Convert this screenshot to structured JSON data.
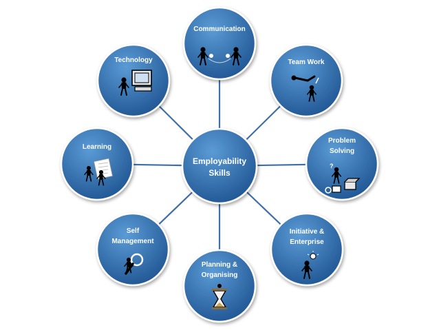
{
  "diagram": {
    "center": {
      "label_lines": [
        "Employability",
        "Skills"
      ]
    },
    "skills": [
      {
        "id": "communication",
        "label_lines": [
          "Communication"
        ],
        "icon": "two-people-talking-icon"
      },
      {
        "id": "team-work",
        "label_lines": [
          "Team Work"
        ],
        "icon": "teamwork-icon"
      },
      {
        "id": "problem-solving",
        "label_lines": [
          "Problem",
          "Solving"
        ],
        "icon": "problem-solving-icon"
      },
      {
        "id": "initiative-enterprise",
        "label_lines": [
          "Initiative &",
          "Enterprise"
        ],
        "icon": "lightbulb-person-icon"
      },
      {
        "id": "planning-organising",
        "label_lines": [
          "Planning &",
          "Organising"
        ],
        "icon": "hourglass-icon"
      },
      {
        "id": "self-management",
        "label_lines": [
          "Self",
          "Management"
        ],
        "icon": "magnifier-person-icon"
      },
      {
        "id": "learning",
        "label_lines": [
          "Learning"
        ],
        "icon": "people-reading-icon"
      },
      {
        "id": "technology",
        "label_lines": [
          "Technology"
        ],
        "icon": "computer-user-icon"
      }
    ],
    "colors": {
      "circle_fill_light": "#5b9bd5",
      "circle_fill_dark": "#1f5592",
      "circle_border": "#ffffff",
      "connector": "#3d6fa8",
      "label_text": "#ffffff",
      "silhouette": "#000000"
    }
  }
}
